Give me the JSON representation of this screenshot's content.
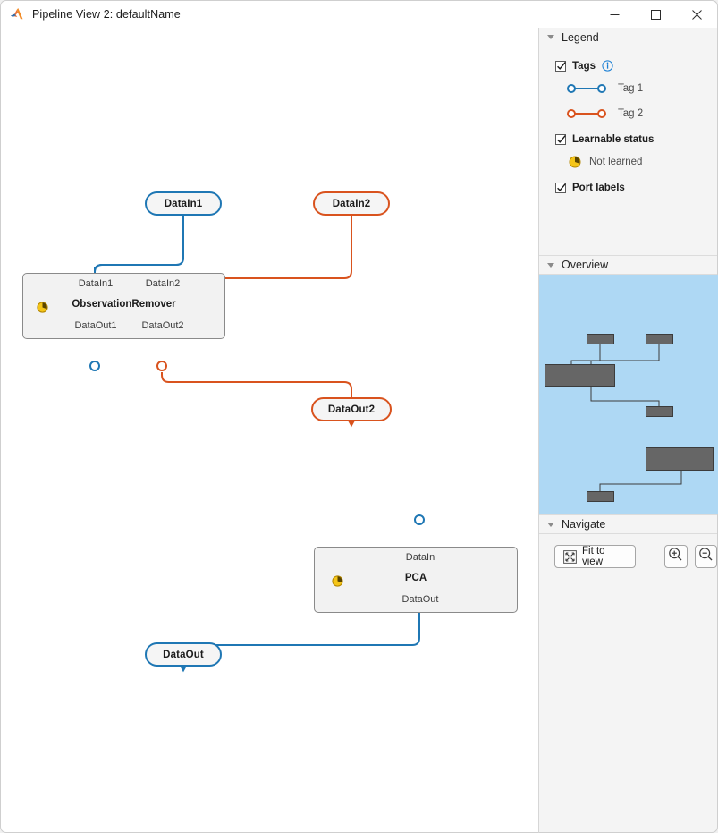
{
  "window": {
    "title": "Pipeline View 2: defaultName",
    "app_icon": "matlab-logo-icon",
    "controls": {
      "minimize": "minimize-icon",
      "maximize": "maximize-icon",
      "close": "close-icon"
    }
  },
  "colors": {
    "tag1": "#1f77b4",
    "tag2": "#d9531e",
    "block_fill": "#f2f2f2",
    "block_border": "#8a8a8a",
    "overview_bg": "#aed8f4",
    "overview_block": "#666666",
    "learnable_icon": "#eab000",
    "info_icon": "#1a7fd4"
  },
  "canvas": {
    "pills": [
      {
        "id": "datain1",
        "label": "DataIn1",
        "color": "blue"
      },
      {
        "id": "datain2",
        "label": "DataIn2",
        "color": "orange"
      },
      {
        "id": "dataout2",
        "label": "DataOut2",
        "color": "orange"
      },
      {
        "id": "dataout",
        "label": "DataOut",
        "color": "blue"
      }
    ],
    "blocks": [
      {
        "id": "observationremover",
        "title": "ObservationRemover",
        "status_icon": "not-learned-icon",
        "inputs": [
          "DataIn1",
          "DataIn2"
        ],
        "outputs": [
          "DataOut1",
          "DataOut2"
        ]
      },
      {
        "id": "pca",
        "title": "PCA",
        "status_icon": "not-learned-icon",
        "inputs": [
          "DataIn"
        ],
        "outputs": [
          "DataOut"
        ]
      }
    ]
  },
  "legend": {
    "section_title": "Legend",
    "collapse_icon": "chevron-down-icon",
    "tags": {
      "label": "Tags",
      "checked": true,
      "info_icon": "info-icon",
      "entries": [
        {
          "label": "Tag 1",
          "color": "#1f77b4"
        },
        {
          "label": "Tag 2",
          "color": "#d9531e"
        }
      ]
    },
    "learnable_status": {
      "label": "Learnable status",
      "checked": true,
      "entries": [
        {
          "label": "Not learned",
          "icon": "not-learned-icon"
        }
      ]
    },
    "port_labels": {
      "label": "Port labels",
      "checked": true
    }
  },
  "overview": {
    "section_title": "Overview",
    "collapse_icon": "chevron-down-icon"
  },
  "navigate": {
    "section_title": "Navigate",
    "collapse_icon": "chevron-down-icon",
    "fit_to_view_label": "Fit to view",
    "fit_icon": "fit-to-view-icon",
    "zoom_in_icon": "zoom-in-icon",
    "zoom_out_icon": "zoom-out-icon"
  }
}
